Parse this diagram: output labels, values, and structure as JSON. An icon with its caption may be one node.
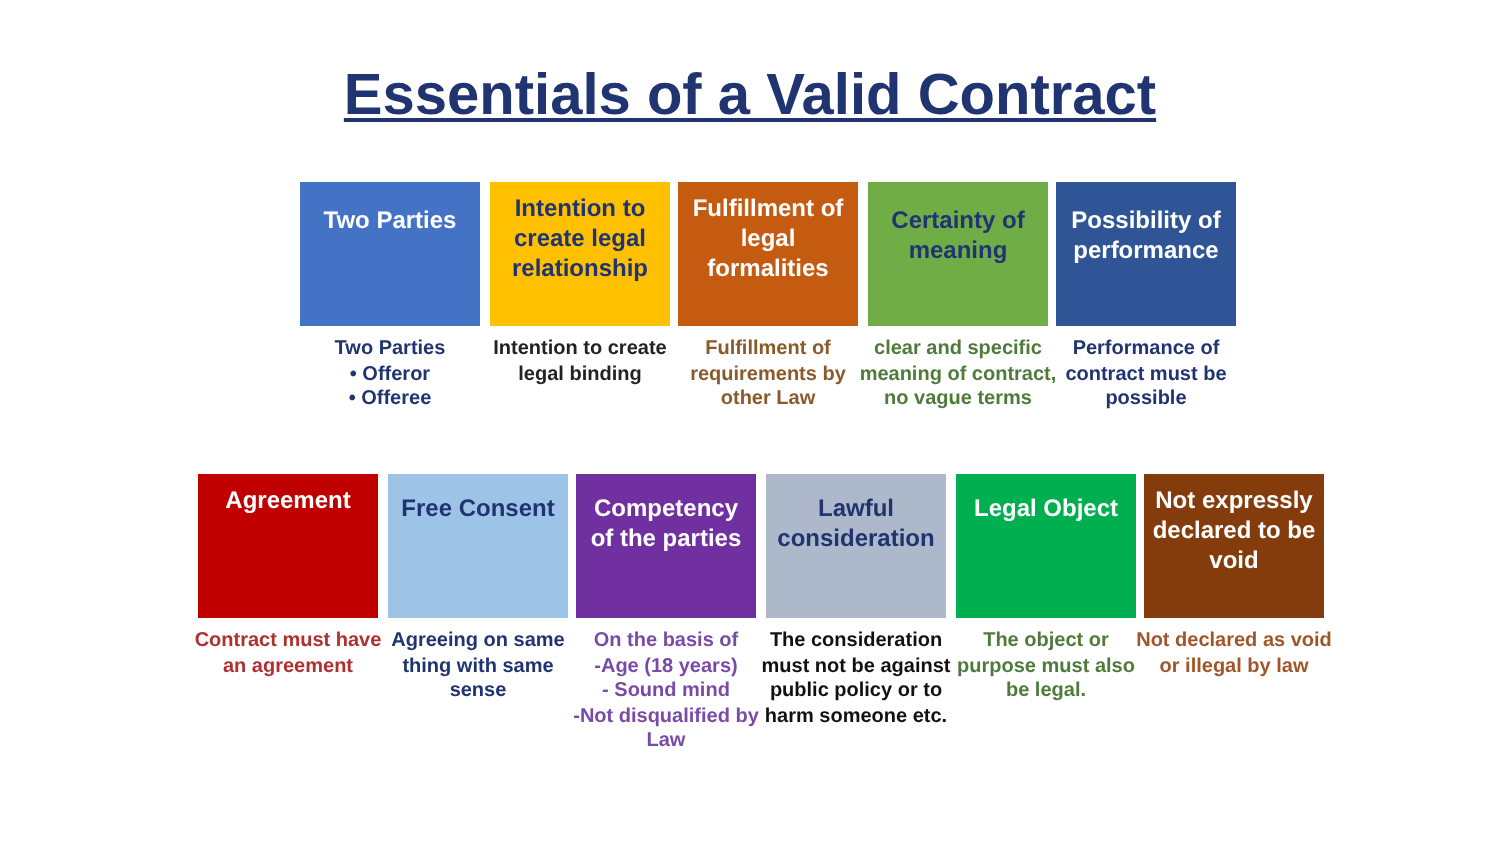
{
  "diagram": {
    "title": "Essentials of a Valid Contract",
    "nodes": [
      {
        "text": [
          "Two Parties"
        ],
        "beside": [
          "Two Parties",
          "• Offeror",
          "• Offeree"
        ]
      },
      {
        "text": [
          "Intention to create legal relationship"
        ],
        "beside": [
          "Intention to create legal binding"
        ]
      },
      {
        "text": [
          "Fulfillment of legal formalities"
        ],
        "beside": [
          "Fulfillment of requirements by other Law"
        ]
      },
      {
        "text": [
          "Certainty of meaning"
        ],
        "beside": [
          "clear and specific meaning of contract, no vague terms"
        ]
      },
      {
        "text": [
          "Possibility of performance"
        ],
        "beside": [
          "Performance of contract must be possible"
        ]
      },
      {
        "text": [
          "Agreement"
        ],
        "beside": [
          "Contract must have an agreement"
        ]
      },
      {
        "text": [
          "Free Consent"
        ],
        "beside": [
          "Agreeing on same thing with same sense"
        ]
      },
      {
        "text": [
          "Competency of the parties"
        ],
        "beside": [
          "On the basis of",
          "-Age (18 years)",
          "- Sound mind",
          "-Not disqualified by Law"
        ]
      },
      {
        "text": [
          "Lawful consideration"
        ],
        "beside": [
          "The consideration must not be against public policy or to harm someone etc."
        ]
      },
      {
        "text": [
          "Legal Object"
        ],
        "beside": [
          "The object or purpose must also be legal."
        ]
      },
      {
        "text": [
          "Not expressly declared to be void"
        ],
        "beside": [
          "Not declared as void or illegal by law"
        ]
      }
    ]
  }
}
